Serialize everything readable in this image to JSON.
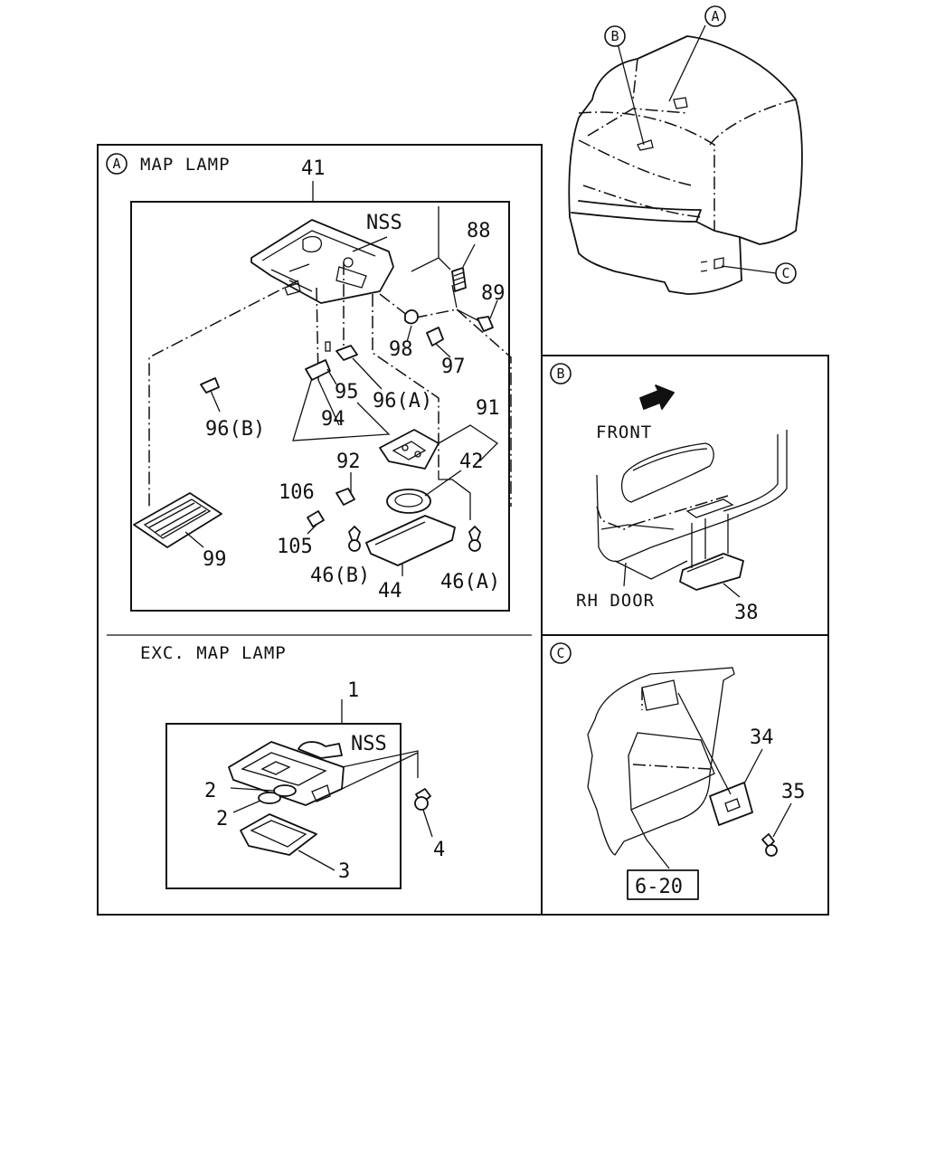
{
  "callouts": {
    "a": "A",
    "b": "B",
    "c": "C"
  },
  "sections": {
    "a": {
      "title": "MAP LAMP"
    },
    "exc": {
      "title": "EXC. MAP LAMP"
    },
    "b": {
      "front": "FRONT",
      "door": "RH DOOR"
    }
  },
  "parts": {
    "p41": "41",
    "nss1": "NSS",
    "p88": "88",
    "p89": "89",
    "p98": "98",
    "p97": "97",
    "p95": "95",
    "p96a": "96(A)",
    "p96b": "96(B)",
    "p94": "94",
    "p91": "91",
    "p92": "92",
    "p42": "42",
    "p106": "106",
    "p105": "105",
    "p99": "99",
    "p46b": "46(B)",
    "p44": "44",
    "p46a": "46(A)",
    "p1": "1",
    "nss2": "NSS",
    "p2a": "2",
    "p2b": "2",
    "p3": "3",
    "p4": "4",
    "p38": "38",
    "p34": "34",
    "p35": "35",
    "ref": "6-20"
  },
  "icons": [
    "circle-letter-icon",
    "front-arrow-icon"
  ]
}
